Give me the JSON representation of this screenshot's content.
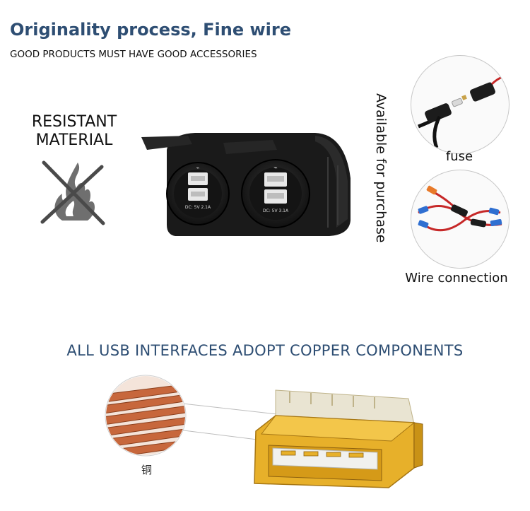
{
  "header": {
    "title": "Originality process, Fine wire",
    "subtitle": "GOOD PRODUCTS MUST HAVE GOOD ACCESSORIES"
  },
  "resistant": {
    "line1": "RESISTANT",
    "line2": "MATERIAL",
    "icon": "no-fire-icon"
  },
  "product": {
    "socket_left_label": "DC: 5V 2.1A",
    "socket_right_label": "DC: 5V 3.1A"
  },
  "side_text": "Available for purchase",
  "accessories": [
    {
      "caption": "fuse"
    },
    {
      "caption": "Wire connection"
    }
  ],
  "usb_section": {
    "heading": "ALL USB INTERFACES ADOPT COPPER COMPONENTS",
    "copper_caption": "铜"
  },
  "colors": {
    "title_blue": "#2e4e73",
    "copper": "#c7673c",
    "usb_gold": "#e7b02a"
  }
}
